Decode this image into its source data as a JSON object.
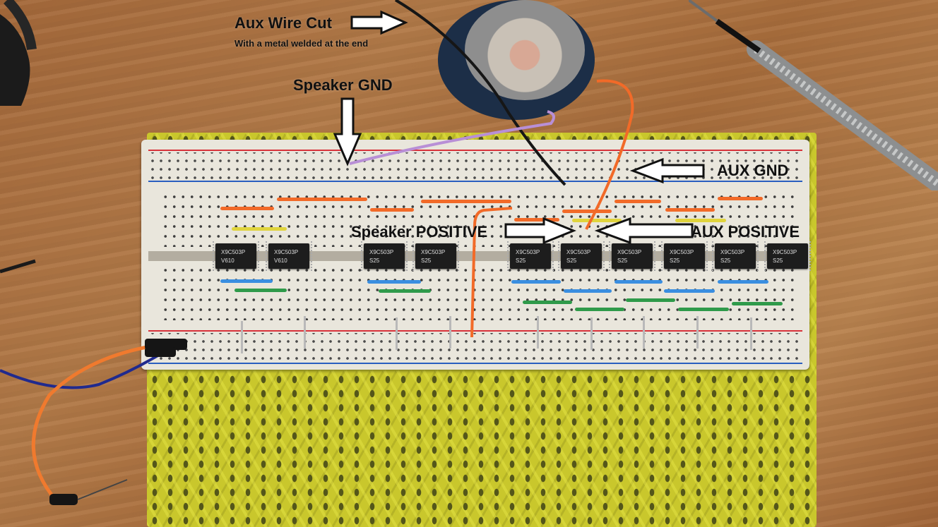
{
  "labels": {
    "aux_wire_cut": "Aux Wire Cut",
    "aux_wire_note": "With a metal welded at the end",
    "speaker_gnd": "Speaker GND",
    "aux_gnd": "AUX GND",
    "speaker_positive": "Speaker POSITIVE",
    "aux_positive": "AUX POSITIVE"
  },
  "chips": [
    {
      "part": "X9C503P",
      "code": "V610"
    },
    {
      "part": "X9C503P",
      "code": "V610"
    },
    {
      "part": "X9C503P",
      "code": "S25"
    },
    {
      "part": "X9C503P",
      "code": "S25"
    },
    {
      "part": "X9C503P",
      "code": "S25"
    },
    {
      "part": "X9C503P",
      "code": "S25"
    },
    {
      "part": "X9C503P",
      "code": "S25"
    },
    {
      "part": "X9C503P",
      "code": "S25"
    },
    {
      "part": "X9C503P",
      "code": "S25"
    },
    {
      "part": "X9C503P",
      "code": "S25"
    }
  ],
  "colors": {
    "arrow_fill": "#ffffff",
    "arrow_stroke": "#111111",
    "rail_red": "#d8323a",
    "rail_blue": "#2a5fc0"
  }
}
